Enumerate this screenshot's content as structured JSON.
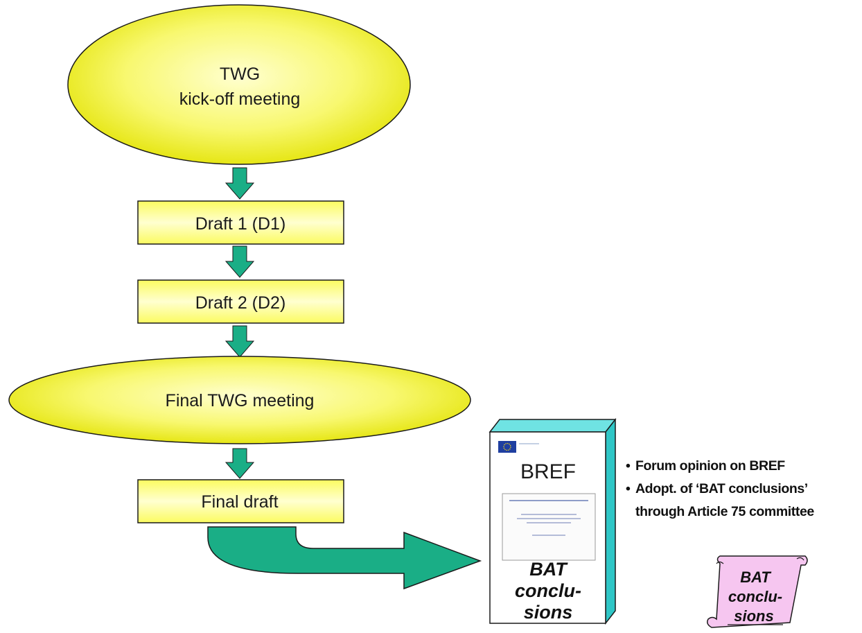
{
  "nodes": {
    "kickoff": {
      "line1": "TWG",
      "line2": "kick-off meeting"
    },
    "draft1": "Draft 1 (D1)",
    "draft2": "Draft 2 (D2)",
    "final_meeting": "Final TWG meeting",
    "final_draft": "Final draft"
  },
  "document": {
    "title": "BREF",
    "conclusions": [
      "BAT",
      "conclu-",
      "sions"
    ]
  },
  "notes": {
    "bullet1": "Forum opinion on BREF",
    "bullet2_line1": "Adopt. of ‘BAT conclusions’",
    "bullet2_line2": "through Article 75 committee"
  },
  "scroll": {
    "lines": [
      "BAT",
      "conclu-",
      "sions"
    ]
  },
  "colors": {
    "node_fill_center": "#ffffc0",
    "node_fill_edge": "#e8e800",
    "arrow_fill": "#1aae86",
    "doc_side": "#2fc6c6",
    "scroll_fill": "#f6c6f0"
  }
}
